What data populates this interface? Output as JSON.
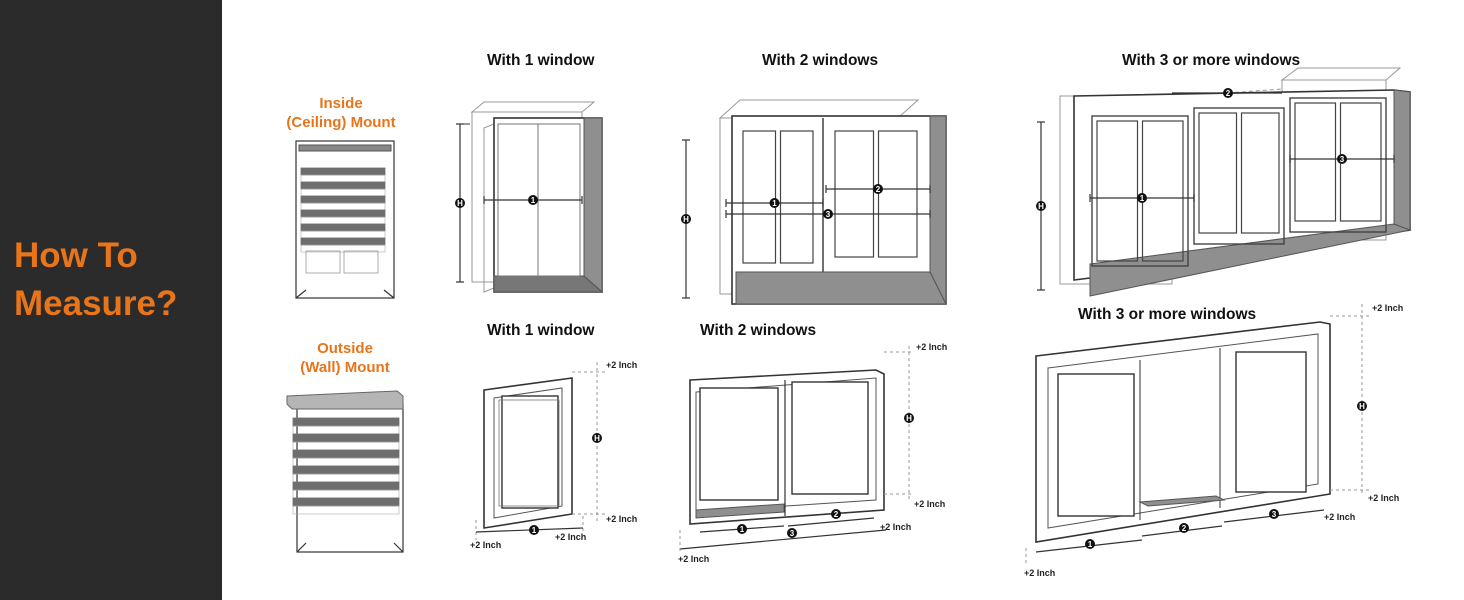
{
  "sidebar": {
    "line1": "How To",
    "line2": "Measure?"
  },
  "colors": {
    "accent": "#e8751a",
    "sidebar_bg": "#2b2b2b",
    "frame_shade": "#8f8f8f",
    "slat": "#6e6e6e",
    "line": "#333333",
    "guide": "#999999"
  },
  "inside": {
    "label_line1": "Inside",
    "label_line2": "(Ceiling) Mount",
    "headings": {
      "one": "With 1 window",
      "two": "With 2 windows",
      "three": "With 3 or more windows"
    },
    "marks": {
      "height": "H",
      "w1": "1",
      "w2": "2",
      "w3": "3"
    }
  },
  "outside": {
    "label_line1": "Outside",
    "label_line2": "(Wall) Mount",
    "headings": {
      "one": "With 1 window",
      "two": "With 2 windows",
      "three": "With 3 or more windows"
    },
    "marks": {
      "height": "H",
      "w1": "1",
      "w2": "2",
      "w3": "3"
    },
    "extra": "+2 Inch"
  }
}
